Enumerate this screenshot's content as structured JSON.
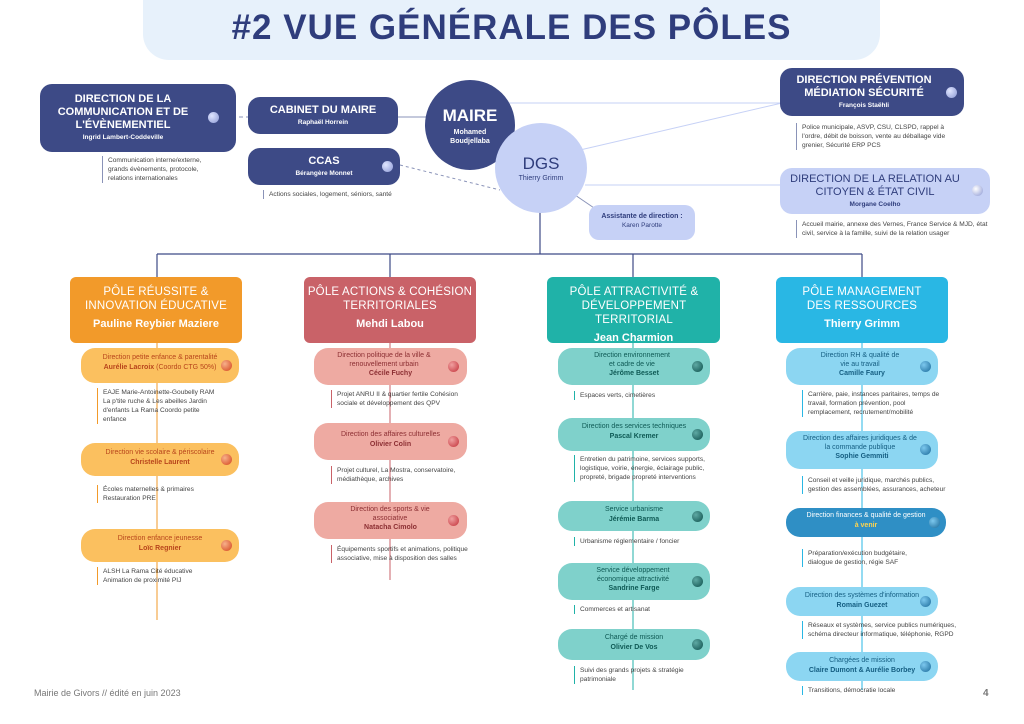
{
  "title": "#2  VUE GÉNÉRALE DES PÔLES",
  "colors": {
    "navy": "#3d4a86",
    "lavender": "#c6d1f6",
    "orange": "#f29a2a",
    "red": "#c96268",
    "teal": "#20b2a8",
    "blue": "#29b7e4"
  },
  "maire": {
    "title": "MAIRE",
    "name": "Mohamed Boudjellaba"
  },
  "dgs": {
    "title": "DGS",
    "name": "Thierry Grimm"
  },
  "assistante": {
    "title": "Assistante de direction :",
    "name": "Karen Parotte"
  },
  "communication": {
    "title": "DIRECTION DE LA COMMUNICATION ET DE L'ÉVÈNEMENTIEL",
    "name": "Ingrid Lambert-Coddeville",
    "desc": "Communication interne/externe, grands évènements, protocole, relations internationales"
  },
  "cabinet": {
    "title": "CABINET DU MAIRE",
    "name": "Raphaël Horrein"
  },
  "ccas": {
    "title": "CCAS",
    "name": "Bérangère Monnet",
    "desc": "Actions sociales, logement, séniors, santé"
  },
  "prevention": {
    "title": "DIRECTION PRÉVENTION MÉDIATION SÉCURITÉ",
    "name": "François Staëhli",
    "desc": "Police municipale, ASVP, CSU, CLSPD, rappel à l'ordre, débit de boisson, vente au déballage vide grenier, Sécurité ERP PCS"
  },
  "relation": {
    "title": "DIRECTION DE LA RELATION AU CITOYEN & ÉTAT CIVIL",
    "name": "Morgane Coelho",
    "desc": "Accueil mairie, annexe des Vernes, France Service & MJD, état civil, service à la famille, suivi de la relation usager"
  },
  "poles": [
    {
      "title": "PÔLE RÉUSSITE & INNOVATION ÉDUCATIVE",
      "name": "Pauline Reybier Maziere",
      "subs": [
        {
          "title": "Direction petite enfance & parentalité",
          "name": "Aurélie Lacroix",
          "extra": "(Coordo CTG 50%)",
          "desc": "EAJE Marie-Antoinette-Goubelly RAM La p'tite ruche & Les abeilles Jardin d'enfants La Rama Coordo petite enfance"
        },
        {
          "title": "Direction vie scolaire & périscolaire",
          "name": "Christelle Laurent",
          "desc": "Écoles maternelles & primaires Restauration PRE"
        },
        {
          "title": "Direction enfance jeunesse",
          "name": "Loïc Regnier",
          "desc": "ALSH La Rama Cité éducative Animation de proximité PIJ"
        }
      ]
    },
    {
      "title": "PÔLE ACTIONS & COHÉSION TERRITORIALES",
      "name": "Mehdi Labou",
      "subs": [
        {
          "title": "Direction politique de la ville & renouvellement urbain",
          "name": "Cécile Fuchy",
          "desc": "Projet ANRU II & quartier fertile Cohésion sociale et développement des QPV"
        },
        {
          "title": "Direction des affaires culturelles",
          "name": "Olivier Colin",
          "desc": "Projet culturel, La Mostra, conservatoire, médiathèque, archives"
        },
        {
          "title": "Direction des sports & vie associative",
          "name": "Natacha Cimolo",
          "desc": "Équipements sportifs et animations, politique associative, mise à disposition des salles"
        }
      ]
    },
    {
      "title": "PÔLE ATTRACTIVITÉ & DÉVELOPPEMENT TERRITORIAL",
      "name": "Jean Charmion",
      "subs": [
        {
          "title": "Direction environnement et cadre de vie",
          "name": "Jérôme Besset",
          "desc": "Espaces verts, cimetières"
        },
        {
          "title": "Direction des services techniques",
          "name": "Pascal Kremer",
          "desc": "Entretien du patrimoine, services supports, logistique, voirie, énergie, éclairage public, propreté, brigade propreté interventions"
        },
        {
          "title": "Service urbanisme",
          "name": "Jérémie Barma",
          "desc": "Urbanisme réglementaire / foncier"
        },
        {
          "title": "Service développement économique attractivité",
          "name": "Sandrine Farge",
          "desc": "Commerces et artisanat"
        },
        {
          "title": "Chargé de mission",
          "name": "Olivier De Vos",
          "desc": "Suivi des grands projets & stratégie patrimoniale"
        }
      ]
    },
    {
      "title": "PÔLE MANAGEMENT DES RESSOURCES",
      "name": "Thierry Grimm",
      "subs": [
        {
          "title": "Direction RH & qualité de vie au travail",
          "name": "Camille Faury",
          "desc": "Carrière, paie, instances paritaires, temps de travail, formation prévention, pool remplacement, recrutement/mobilité"
        },
        {
          "title": "Direction des affaires juridiques & de la commande publique",
          "name": "Sophie Gemmiti",
          "desc": "Conseil et veille juridique, marchés publics, gestion des assemblées, assurances, acheteur"
        },
        {
          "title": "Direction finances & qualité de gestion",
          "name": "à venir",
          "desc": "Préparation/exécution budgétaire, dialogue de gestion, régie SAF"
        },
        {
          "title": "Direction des systèmes d'information",
          "name": "Romain Guezet",
          "desc": "Réseaux et systèmes, service publics numériques, schéma directeur informatique, téléphonie, RGPD"
        },
        {
          "title": "Chargées de mission",
          "name": "Claire Dumont & Aurélie Borbey",
          "desc": "Transitions, démocratie locale"
        }
      ]
    }
  ],
  "footer": "Mairie de Givors // édité en juin 2023",
  "page_number": "4"
}
